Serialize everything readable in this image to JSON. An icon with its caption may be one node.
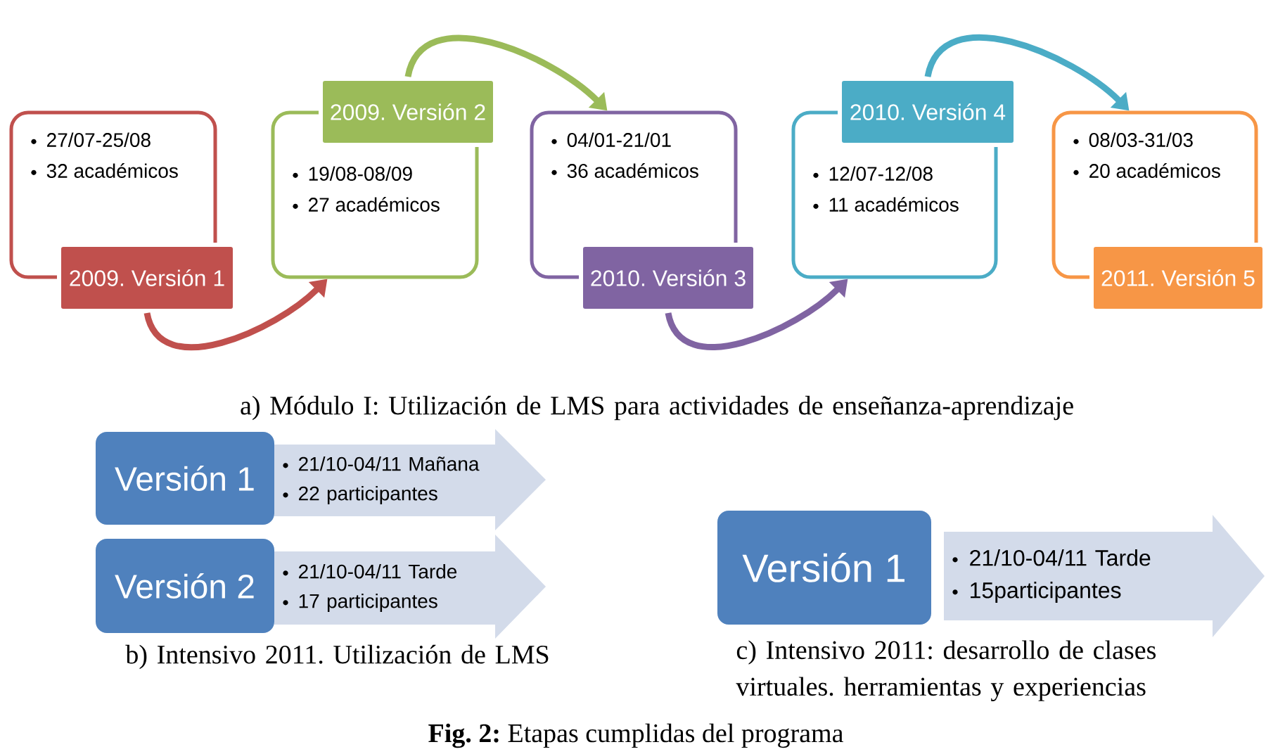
{
  "diagram": {
    "caption": "**Fig. 2:** Etapas cumplidas del programa",
    "nodes": [
      {
        "text": [
          "27/07-25/08",
          "32 académicos"
        ]
      },
      {
        "text": [
          "2009. Versión 1"
        ]
      },
      {
        "text": [
          "19/08-08/09",
          "27 académicos"
        ]
      },
      {
        "text": [
          "2009. Versión 2"
        ]
      },
      {
        "text": [
          "04/01-21/01",
          "36 académicos"
        ]
      },
      {
        "text": [
          "2010. Versión 3"
        ]
      },
      {
        "text": [
          "12/07-12/08",
          "11 académicos"
        ]
      },
      {
        "text": [
          "2010. Versión 4"
        ]
      },
      {
        "text": [
          "08/03-31/03",
          "20 académicos"
        ]
      },
      {
        "text": [
          "2011. Versión 5"
        ]
      },
      {
        "text": [
          "Versión 1"
        ]
      },
      {
        "text": [
          "21/10-04/11 Mañana",
          "22 participantes"
        ]
      },
      {
        "text": [
          "Versión 2"
        ]
      },
      {
        "text": [
          "21/10-04/11 Tarde",
          "17 participantes"
        ]
      },
      {
        "text": [
          "Versión 1"
        ]
      },
      {
        "text": [
          "21/10-04/11 Tarde",
          "15participantes"
        ]
      }
    ],
    "edges": [
      {
        "from": 1,
        "to": 2,
        "arrow": "to",
        "color": "#c0504d"
      },
      {
        "from": 3,
        "to": 4,
        "arrow": "to",
        "color": "#9bbb59"
      },
      {
        "from": 5,
        "to": 6,
        "arrow": "to",
        "color": "#8064a2"
      },
      {
        "from": 7,
        "to": 8,
        "arrow": "to",
        "color": "#4bacc6"
      }
    ],
    "labels": [
      "a) Módulo I: Utilización de LMS para actividades de enseñanza-aprendizaje",
      "b) Intensivo 2011. Utilización de LMS",
      "c) Intensivo 2011: desarrollo de clases virtuales. herramientas y experiencias"
    ]
  }
}
